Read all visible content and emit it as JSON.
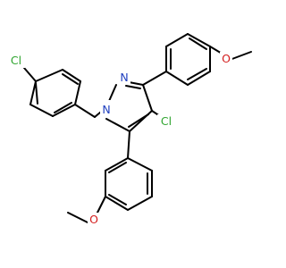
{
  "molecule": {
    "colors": {
      "bond": "#000000",
      "chlorine": "#2fa52f",
      "nitrogen": "#1f3fbf",
      "oxygen": "#d41e1e",
      "background": "#ffffff"
    },
    "atom_labels": {
      "cl_top_left": "Cl",
      "cl_ring": "Cl",
      "n_top": "N",
      "n_ring": "N",
      "o_right": "O",
      "o_bottom": "O"
    }
  }
}
